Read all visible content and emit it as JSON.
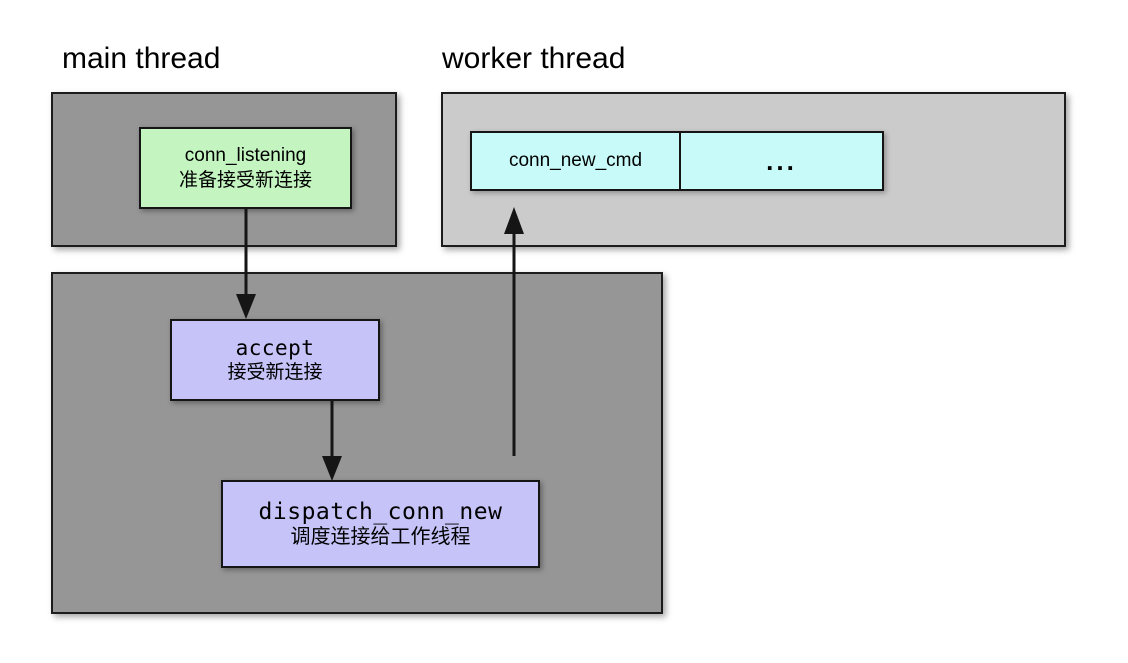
{
  "diagram": {
    "title": "memcached connection dispatch between main thread and worker thread",
    "background_color": "#ffffff",
    "labels": {
      "main_thread": "main thread",
      "worker_thread": "worker thread"
    },
    "colors": {
      "main_panel": "#969696",
      "worker_panel": "#cbcbcb",
      "state_box": "#c4f5c0",
      "function_box": "#c5c3f8",
      "queue_box": "#c9fafa",
      "stroke": "#151515"
    },
    "panels": [
      {
        "name": "main-thread-upper",
        "fill": "#969696"
      },
      {
        "name": "main-thread-lower",
        "fill": "#969696"
      },
      {
        "name": "worker-thread",
        "fill": "#cbcbcb"
      }
    ],
    "nodes": {
      "conn_listening": {
        "en": "conn_listening",
        "cn": "准备接受新连接",
        "fill": "#c4f5c0"
      },
      "accept": {
        "en": "accept",
        "cn": "接受新连接",
        "fill": "#c5c3f8"
      },
      "dispatch_conn_new": {
        "en": "dispatch_conn_new",
        "cn": "调度连接给工作线程",
        "fill": "#c5c3f8"
      }
    },
    "queue": {
      "cells": [
        {
          "label": "conn_new_cmd"
        },
        {
          "label": "..."
        }
      ]
    },
    "arrows": [
      {
        "name": "conn-listening-to-accept",
        "from": "conn_listening",
        "to": "accept",
        "direction": "down"
      },
      {
        "name": "accept-to-dispatch",
        "from": "accept",
        "to": "dispatch_conn_new",
        "direction": "down"
      },
      {
        "name": "dispatch-to-worker-queue",
        "from": "dispatch_conn_new",
        "to": "queue",
        "direction": "up"
      }
    ]
  }
}
